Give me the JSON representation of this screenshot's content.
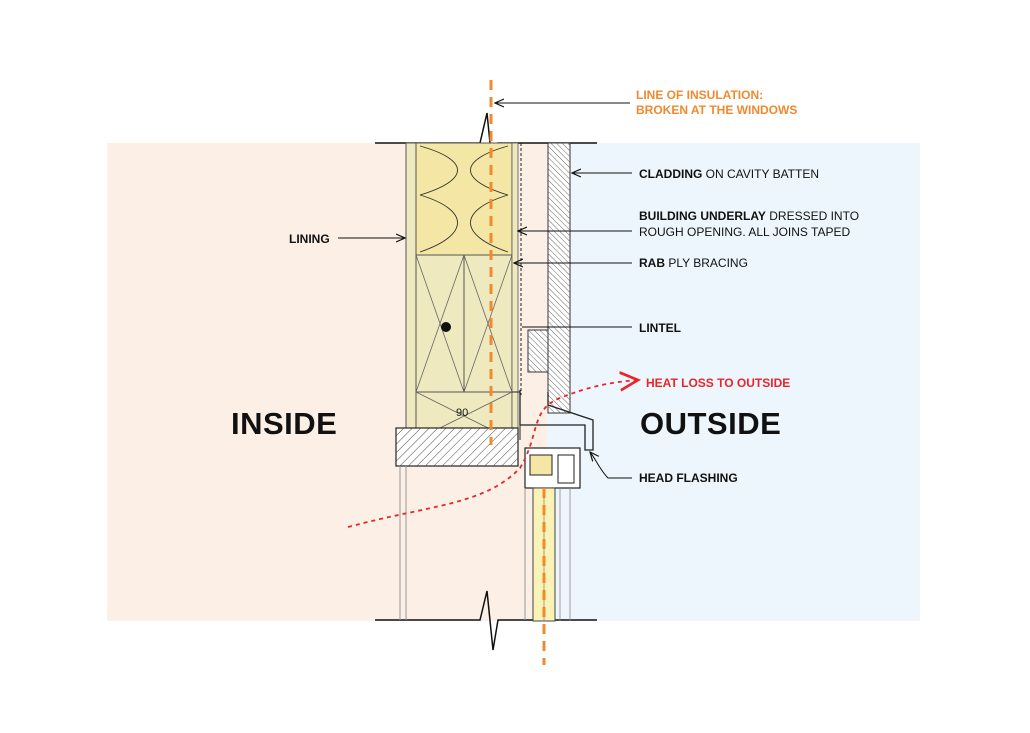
{
  "zones": {
    "inside": "INSIDE",
    "outside": "OUTSIDE"
  },
  "labels": {
    "insulation_line_1": "LINE OF INSULATION:",
    "insulation_line_2": "BROKEN AT THE WINDOWS",
    "cladding_bold": "CLADDING",
    "cladding_rest": " ON CAVITY BATTEN",
    "underlay_bold": "BUILDING UNDERLAY",
    "underlay_rest": " DRESSED INTO",
    "underlay_line2": "ROUGH OPENING. ALL JOINS TAPED",
    "rab_bold": "RAB",
    "rab_rest": " PLY BRACING",
    "lintel": "LINTEL",
    "lining": "LINING",
    "heat_loss": "HEAT LOSS TO OUTSIDE",
    "head_flashing": "HEAD FLASHING",
    "dimension": "90"
  },
  "colors": {
    "inside_fill": "#fcefe6",
    "outside_fill": "#edf6fc",
    "insulation_line": "#ef8a2e",
    "heat_loss": "#e8262a",
    "timber": "#efe9bf",
    "insulation": "#f4e6a4"
  }
}
